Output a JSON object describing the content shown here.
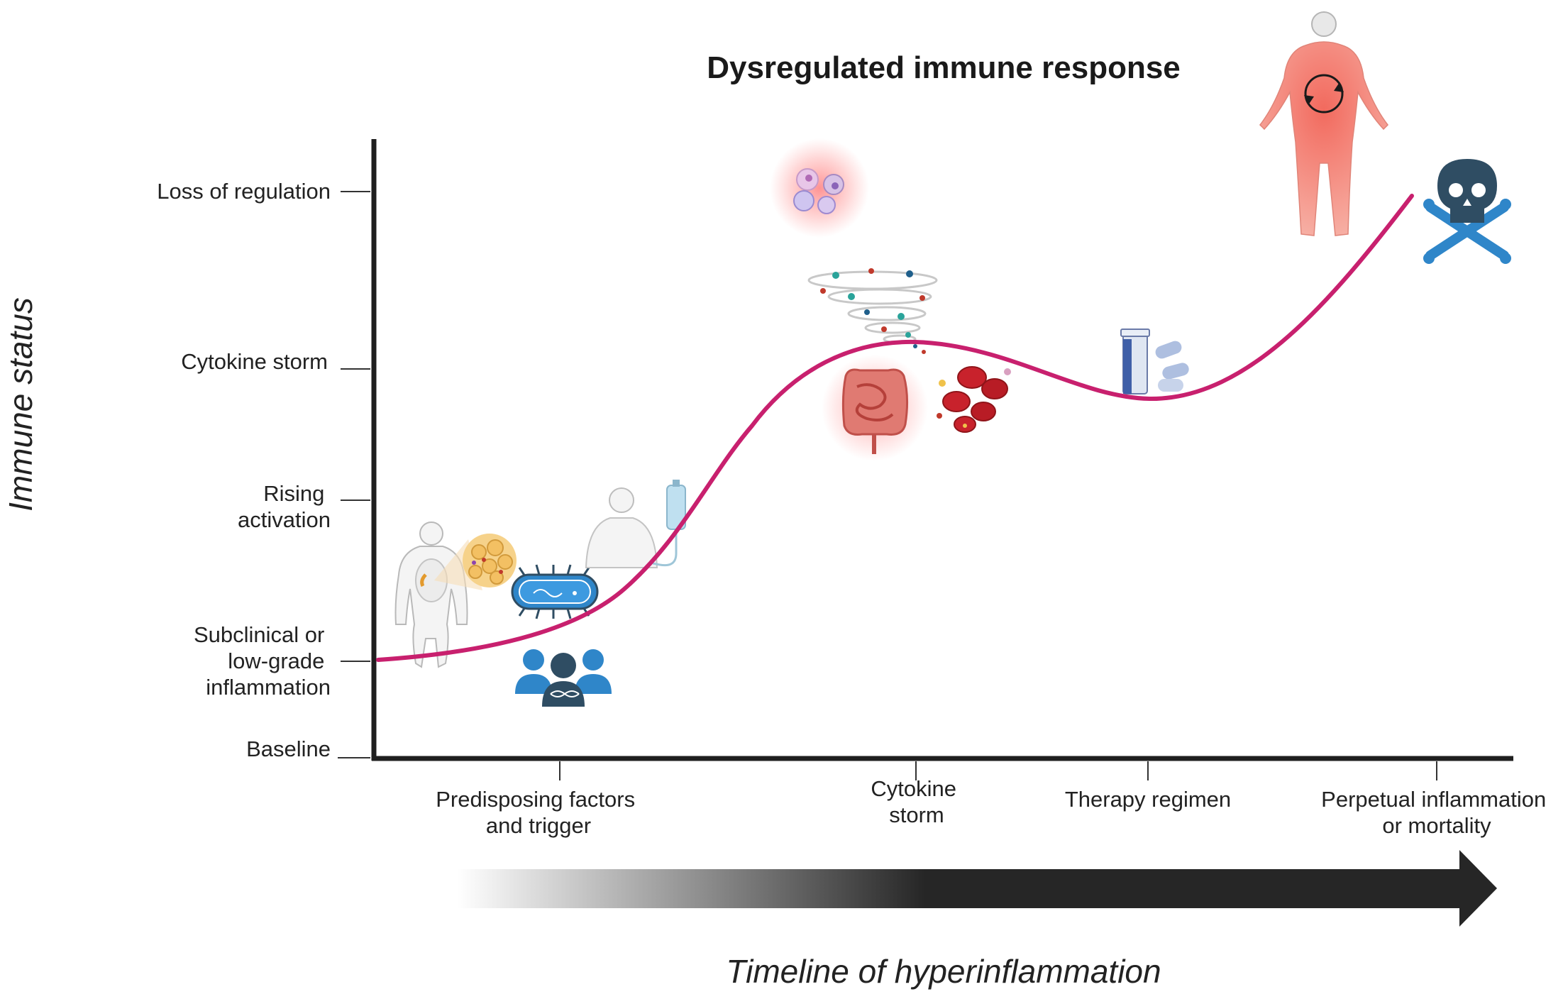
{
  "title": "Dysregulated immune response",
  "y_axis": {
    "title": "Immune status",
    "levels": [
      {
        "id": "baseline",
        "lines": [
          "Baseline"
        ]
      },
      {
        "id": "subclinical",
        "lines": [
          "Subclinical or",
          "low-grade",
          "inflammation"
        ]
      },
      {
        "id": "rising",
        "lines": [
          "Rising",
          "activation"
        ]
      },
      {
        "id": "storm",
        "lines": [
          "Cytokine storm"
        ]
      },
      {
        "id": "loss",
        "lines": [
          "Loss of regulation"
        ]
      }
    ]
  },
  "x_axis": {
    "title": "Timeline of hyperinflammation",
    "stages": [
      {
        "id": "predisposing",
        "lines": [
          "Predisposing factors",
          "and trigger"
        ]
      },
      {
        "id": "storm",
        "lines": [
          "Cytokine",
          "storm"
        ]
      },
      {
        "id": "therapy",
        "lines": [
          "Therapy regimen"
        ]
      },
      {
        "id": "perpetual",
        "lines": [
          "Perpetual inflammation",
          "or mortality"
        ]
      }
    ]
  },
  "colors": {
    "curve": "#c8206e",
    "axis": "#1f1f1f",
    "arrow": "#262626",
    "icon_blue": "#2f86c9",
    "icon_dark": "#2f4d63",
    "red": "#c8222c"
  },
  "icons": [
    "obese-body-icon",
    "adipose-cells-icon",
    "bacterium-icon",
    "genetic-people-icon",
    "patient-iv-icon",
    "inflamed-cells-icon",
    "cytokine-tornado-icon",
    "inflamed-intestine-icon",
    "red-blood-cells-icon",
    "pill-bottle-icon",
    "inflamed-body-icon",
    "skull-crossbones-icon"
  ]
}
